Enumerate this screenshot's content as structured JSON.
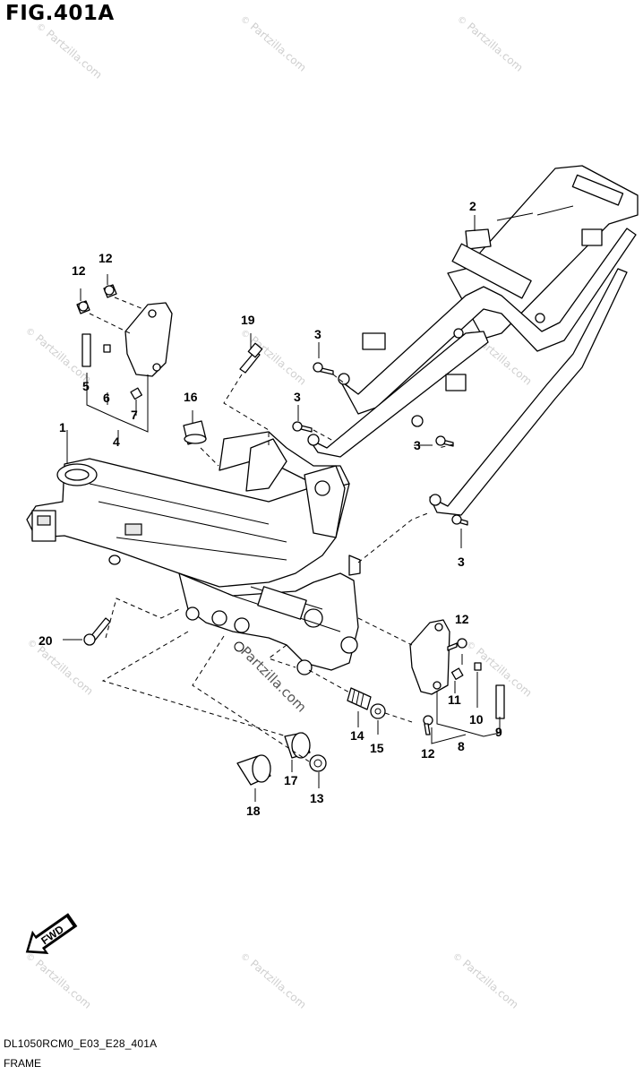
{
  "figure": {
    "title": "FIG.401A",
    "code": "DL1050RCM0_E03_E28_401A",
    "name": "FRAME"
  },
  "watermark": {
    "text": "Partzilla.com",
    "copyright": "©"
  },
  "fwd_label": "FWD",
  "callouts": [
    "1",
    "2",
    "3",
    "3",
    "3",
    "3",
    "4",
    "5",
    "6",
    "7",
    "8",
    "9",
    "10",
    "11",
    "12",
    "12",
    "12",
    "12",
    "13",
    "14",
    "15",
    "16",
    "17",
    "18",
    "19",
    "20"
  ]
}
